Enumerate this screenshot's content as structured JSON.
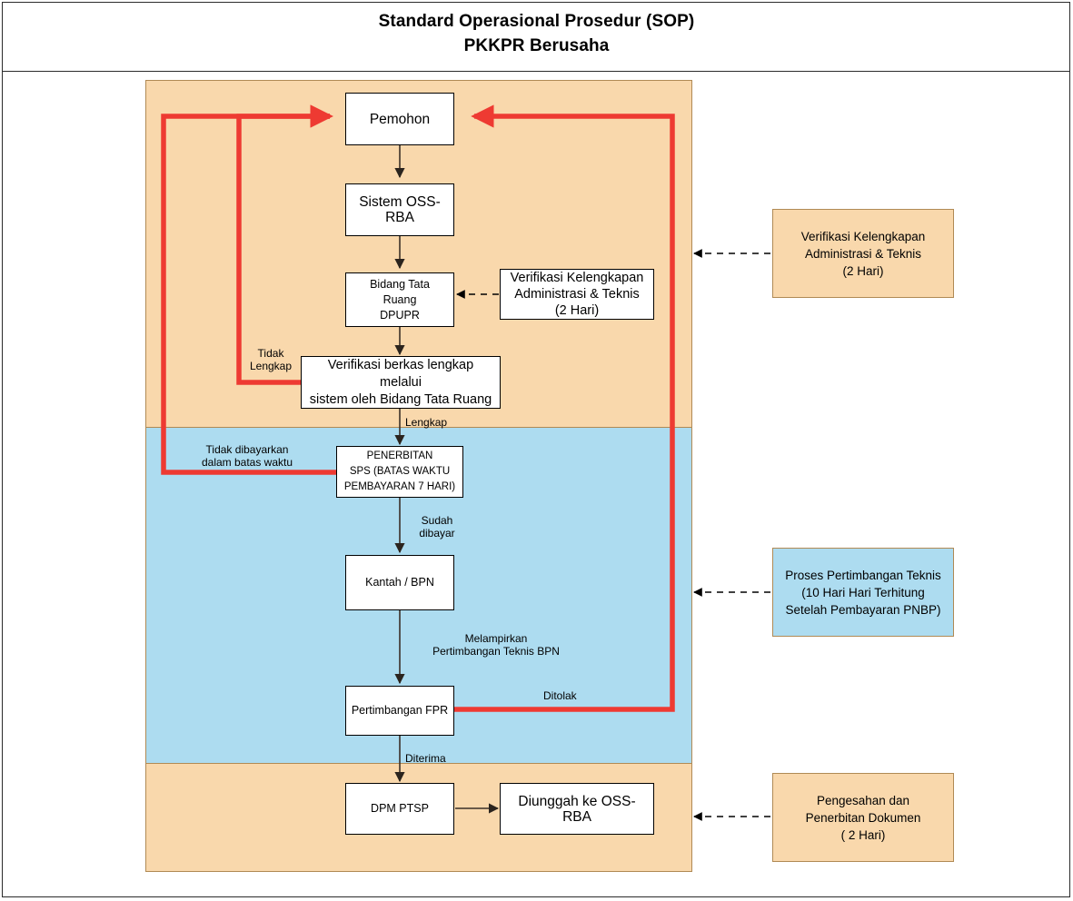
{
  "title": {
    "line1": "Standard Operasional Prosedur (SOP)",
    "line2": "PKKPR Berusaha"
  },
  "colors": {
    "lane_orange": "#f9d8ac",
    "lane_blue": "#addcf0",
    "lane_border": "#b08a55",
    "node_fill": "#ffffff",
    "node_border": "#000000",
    "flow_arrow": "#3b3028",
    "reject_path": "#ee3a32",
    "dashed_connector": "#000000"
  },
  "diagram": {
    "type": "flowchart",
    "lanes": [
      {
        "id": "lane-top",
        "fill": "#f9d8ac",
        "name": "top-orange-lane"
      },
      {
        "id": "lane-middle",
        "fill": "#addcf0",
        "name": "middle-blue-lane"
      },
      {
        "id": "lane-bottom",
        "fill": "#f9d8ac",
        "name": "bottom-orange-lane"
      }
    ],
    "nodes": [
      {
        "id": "pemohon",
        "label": "Pemohon"
      },
      {
        "id": "oss-rba",
        "label": "Sistem OSS-\nRBA",
        "lines": [
          "Sistem OSS-",
          "RBA"
        ]
      },
      {
        "id": "bidang-tata-ruang",
        "lines": [
          "Bidang Tata",
          "Ruang",
          "DPUPR"
        ]
      },
      {
        "id": "verif-inline",
        "lines": [
          "Verifikasi Kelengkapan",
          "Administrasi & Teknis",
          "(2 Hari)"
        ]
      },
      {
        "id": "verif-berkas",
        "lines": [
          "Verifikasi berkas lengkap melalui",
          "sistem oleh Bidang Tata Ruang"
        ]
      },
      {
        "id": "penerbitan-sps",
        "lines": [
          "PENERBITAN",
          "SPS (BATAS WAKTU",
          "PEMBAYARAN 7 HARI)"
        ]
      },
      {
        "id": "kantah-bpn",
        "label": "Kantah / BPN"
      },
      {
        "id": "pertimbangan-fpr",
        "label": "Pertimbangan FPR"
      },
      {
        "id": "dpm-ptsp",
        "label": "DPM PTSP"
      },
      {
        "id": "diunggah-oss",
        "label": "Diunggah ke OSS-RBA"
      }
    ],
    "notes": [
      {
        "id": "note-verifikasi",
        "fill": "#f9d8ac",
        "lines": [
          "Verifikasi Kelengkapan",
          "Administrasi & Teknis",
          "(2 Hari)"
        ]
      },
      {
        "id": "note-pertimbangan",
        "fill": "#addcf0",
        "lines": [
          "Proses Pertimbangan Teknis",
          "(10 Hari Hari Terhitung",
          "Setelah Pembayaran PNBP)"
        ]
      },
      {
        "id": "note-pengesahan",
        "fill": "#f9d8ac",
        "lines": [
          "Pengesahan dan",
          "Penerbitan Dokumen",
          "( 2 Hari)"
        ]
      }
    ],
    "edge_labels": [
      {
        "id": "label-tidak-lengkap",
        "lines": [
          "Tidak",
          "Lengkap"
        ]
      },
      {
        "id": "label-lengkap",
        "lines": [
          "Lengkap"
        ]
      },
      {
        "id": "label-tidak-dibayarkan",
        "lines": [
          "Tidak dibayarkan",
          "dalam batas waktu"
        ]
      },
      {
        "id": "label-sudah-dibayar",
        "lines": [
          "Sudah",
          "dibayar"
        ]
      },
      {
        "id": "label-melampirkan",
        "lines": [
          "Melampirkan",
          "Pertimbangan Teknis BPN"
        ]
      },
      {
        "id": "label-ditolak",
        "lines": [
          "Ditolak"
        ]
      },
      {
        "id": "label-diterima",
        "lines": [
          "Diterima"
        ]
      }
    ]
  }
}
